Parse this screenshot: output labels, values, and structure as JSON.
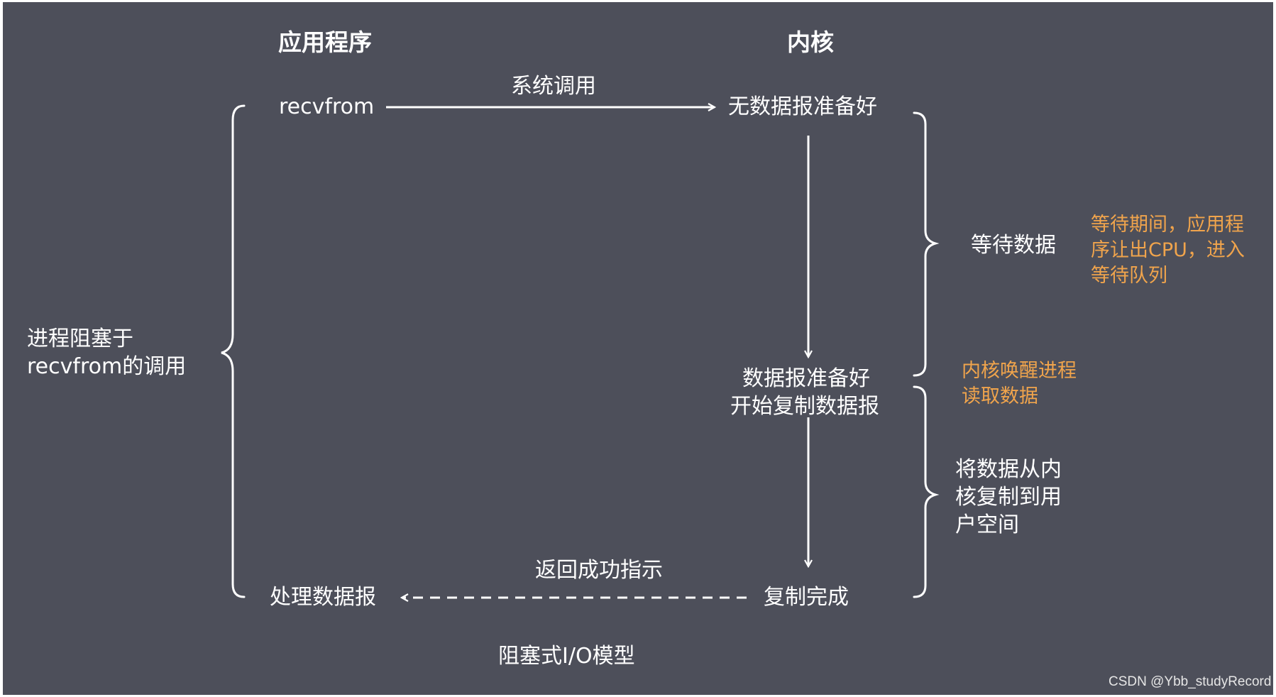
{
  "diagram": {
    "headers": {
      "application": "应用程序",
      "kernel": "内核"
    },
    "app_steps": {
      "recvfrom": "recvfrom",
      "process": "处理数据报"
    },
    "kernel_steps": {
      "no_data": "无数据报准备好",
      "data_ready_line1": "数据报准备好",
      "data_ready_line2": "开始复制数据报",
      "copy_done": "复制完成"
    },
    "arrows": {
      "syscall": "系统调用",
      "return": "返回成功指示"
    },
    "brackets": {
      "blocked_line1": "进程阻塞于",
      "blocked_line2": "recvfrom的调用",
      "wait_data": "等待数据",
      "copy_line1": "将数据从内",
      "copy_line2": "核复制到用",
      "copy_line3": "户空间"
    },
    "notes": {
      "wait_line1": "等待期间，应用程",
      "wait_line2": "序让出CPU，进入",
      "wait_line3": "等待队列",
      "wake_line1": "内核唤醒进程",
      "wake_line2": "读取数据"
    },
    "caption": "阻塞式I/O模型",
    "watermark": "CSDN @Ybb_studyRecord",
    "colors": {
      "background": "#4d4f5a",
      "text": "#ffffff",
      "note": "#f0a44c"
    }
  }
}
